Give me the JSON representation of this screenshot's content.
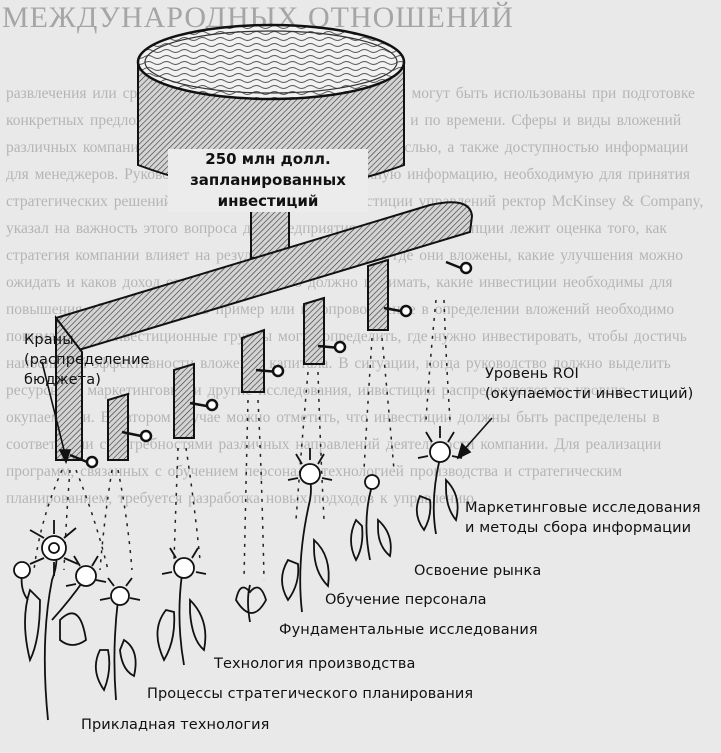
{
  "tank_label": "250 млн долл.\nзапланированных\nинвестиций",
  "taps_label": "Краны\n(распределение\nбюджета)",
  "roi_label": "Уровень ROI\n(окупаемости инвестиций)",
  "categories": [
    "Маркетинговые исследования\nи методы сбора информации",
    "Освоение рынка",
    "Обучение персонала",
    "Фундаментальные исследования",
    "Технология производства",
    "Процессы стратегического планирования",
    "Прикладная технология"
  ],
  "background": {
    "heading": "МЕЖДУНАРОДНЫХ ОТНОШЕНИЙ",
    "body": "развлечения или средств размещения корреспонденции, не могут быть использованы при подготовке конкретных предложений из-за ограничений по стоимости и по времени. Сферы и виды вложений различных компаний определяются их масштабами и отраслью, а также доступностью информации для менеджеров. Руководство должно получать надежную информацию, необходимую для принятия стратегических решений. В 1995 г. Роберт Кэп, инвестиции управлений ректор McKinsey & Company, указал на важность этого вопроса для предприятия. В основе концепции лежит оценка того, как стратегия компании влияет на результаты деятельности, где они вложены, какие улучшения можно ожидать и каков доход от них. Руководство должно понимать, какие инвестиции необходимы для повышения эффективности. В пример или в сопровождение в определении вложений необходимо понимать, что инвестиционные группы могут определить, где нужно инвестировать, чтобы достичь наибольшей эффективности вложения капитала. В ситуации, когда руководство должно выделить ресурсы на маркетинговые и другие исследования, инвестиции распределяются по уровню окупаемости. Во втором случае можно отметить, что инвестиции должны быть распределены в соответствии с потребностями различных направлений деятельности компании. Для реализации программ, связанных с обучением персонала, технологией производства и стратегическим планированием, требуется разработка новых подходов к управлению."
  }
}
